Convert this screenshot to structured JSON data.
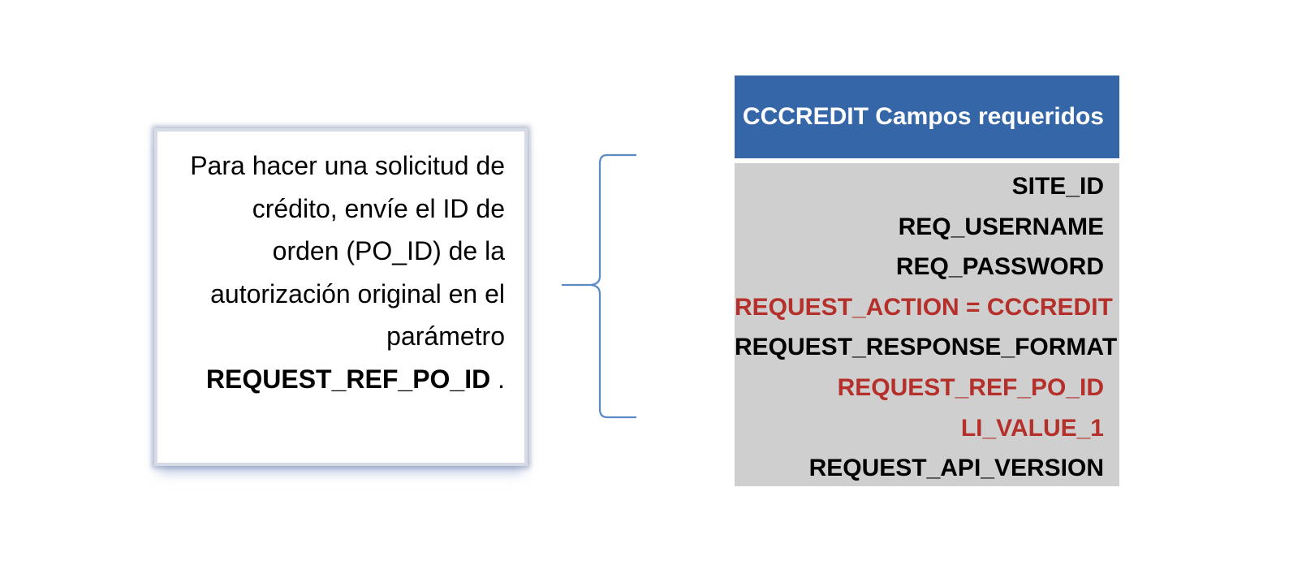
{
  "note": {
    "lines": [
      "Para hacer una solicitud de",
      "crédito, envíe el ID de",
      "orden (PO_ID) de la",
      "autorización original en el",
      "parámetro"
    ],
    "param": "REQUEST_REF_PO_ID",
    "period": " ."
  },
  "table": {
    "header": "CCCREDIT Campos requeridos",
    "header_color": "#3466a8",
    "body_color": "#cfcfcf",
    "highlight_color": "#b5302a",
    "fields": [
      {
        "label": "SITE_ID",
        "highlight": false
      },
      {
        "label": "REQ_USERNAME",
        "highlight": false
      },
      {
        "label": "REQ_PASSWORD",
        "highlight": false
      },
      {
        "label": "REQUEST_ACTION = CCCREDIT",
        "highlight": true
      },
      {
        "label": "REQUEST_RESPONSE_FORMAT",
        "highlight": false
      },
      {
        "label": "REQUEST_REF_PO_ID",
        "highlight": true
      },
      {
        "label": "LI_VALUE_1",
        "highlight": true
      },
      {
        "label": "REQUEST_API_VERSION",
        "highlight": false
      }
    ]
  },
  "brace": {
    "color": "#5b8bc5",
    "icon": "curly-brace"
  }
}
